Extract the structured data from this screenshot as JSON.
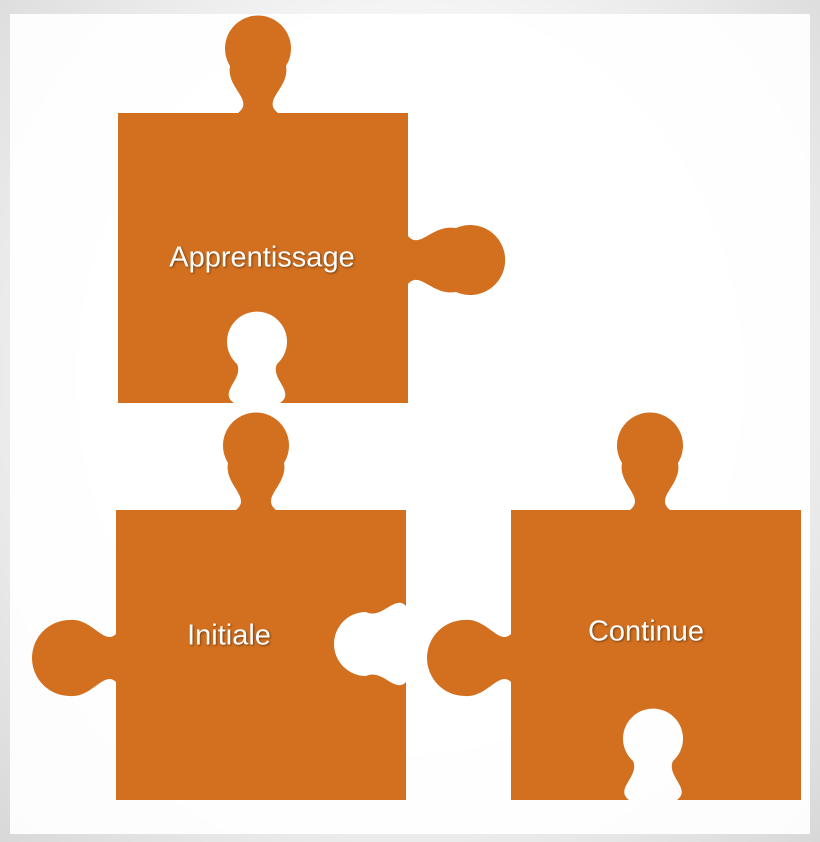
{
  "title_fragment": "",
  "colors": {
    "piece_fill": "#d2701f",
    "accent": "#e8782b"
  },
  "pieces": [
    {
      "label": "Apprentissage"
    },
    {
      "label": "Initiale"
    },
    {
      "label": "Continue"
    }
  ]
}
